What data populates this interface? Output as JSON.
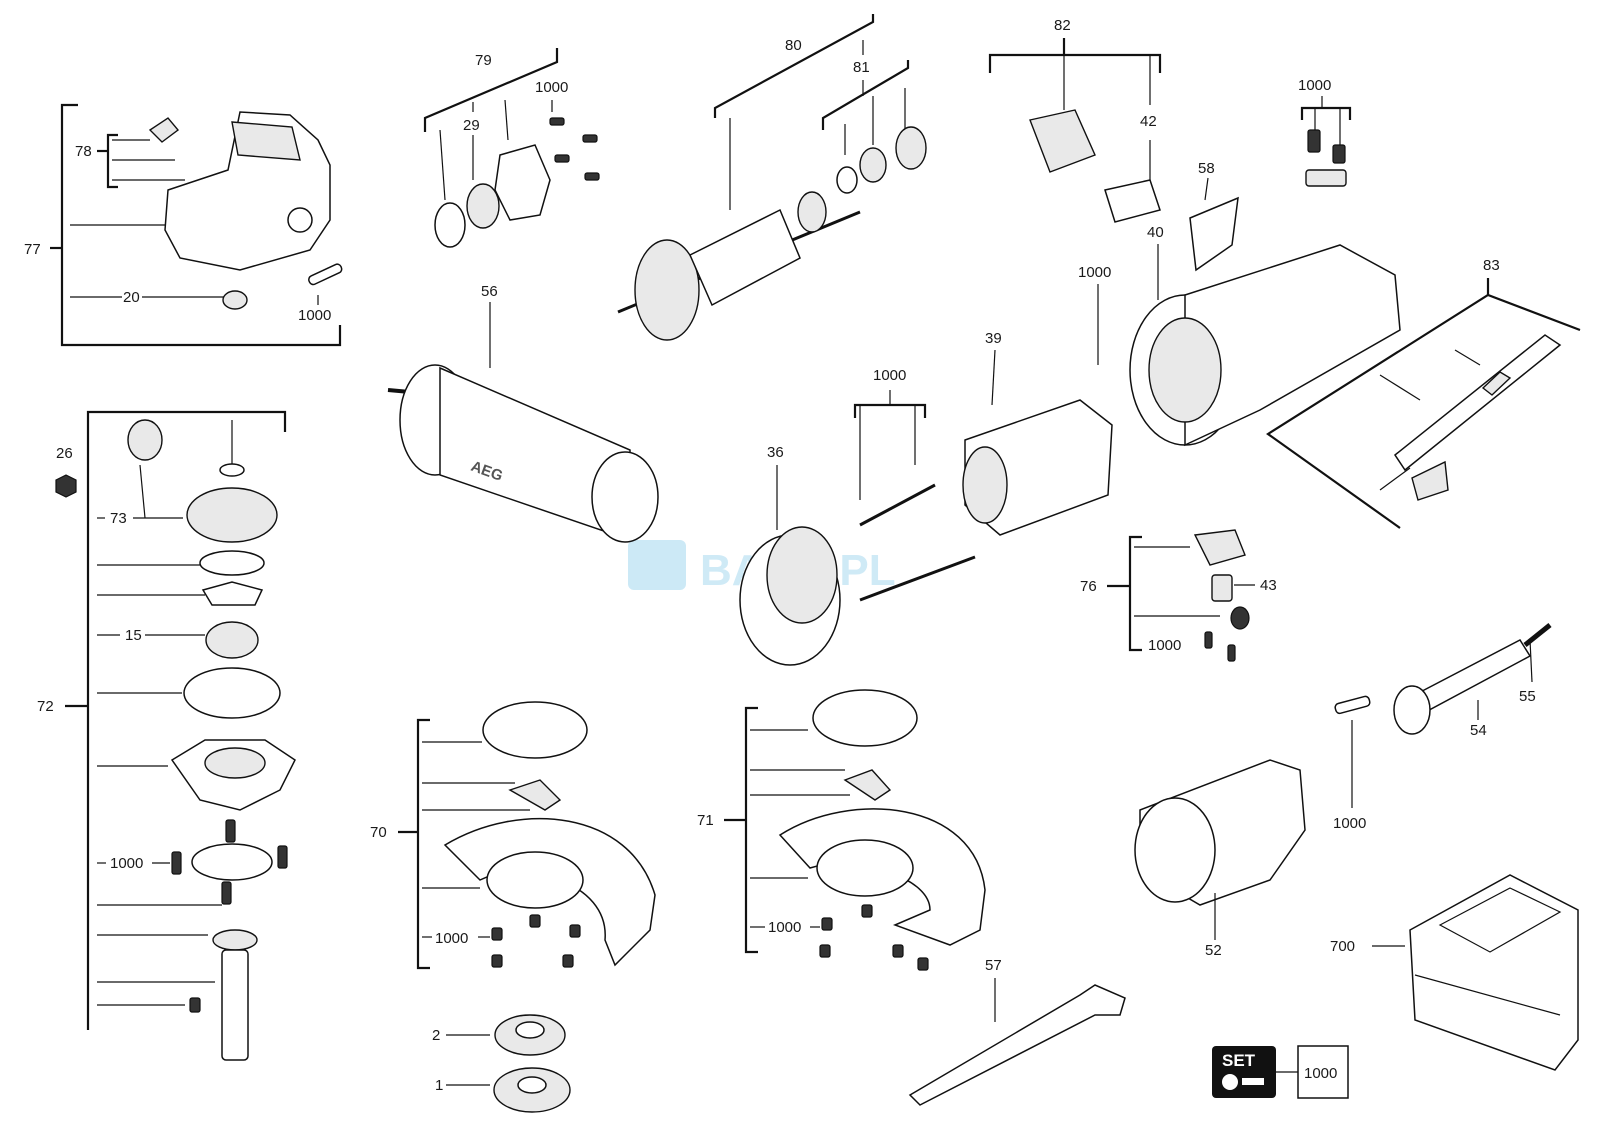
{
  "watermark": "BAXO.PL",
  "set_badge": {
    "text": "SET",
    "ref": "1000"
  },
  "labels": {
    "l77": "77",
    "l78": "78",
    "l20": "20",
    "l1000_a": "1000",
    "l79": "79",
    "l29": "29",
    "l1000_b": "1000",
    "l80": "80",
    "l81": "81",
    "l82": "82",
    "l42": "42",
    "l1000_c": "1000",
    "l58": "58",
    "l40": "40",
    "l83": "83",
    "l1000_d": "1000",
    "l56": "56",
    "l39": "39",
    "l1000_e": "1000",
    "l36": "36",
    "l26": "26",
    "l73": "73",
    "l15": "15",
    "l72": "72",
    "l1000_f": "1000",
    "l76": "76",
    "l43": "43",
    "l1000_g": "1000",
    "l55": "55",
    "l54": "54",
    "l1000_h": "1000",
    "l70": "70",
    "l1000_i": "1000",
    "l71": "71",
    "l1000_j": "1000",
    "l52": "52",
    "l700": "700",
    "l57": "57",
    "l2": "2",
    "l1": "1"
  }
}
